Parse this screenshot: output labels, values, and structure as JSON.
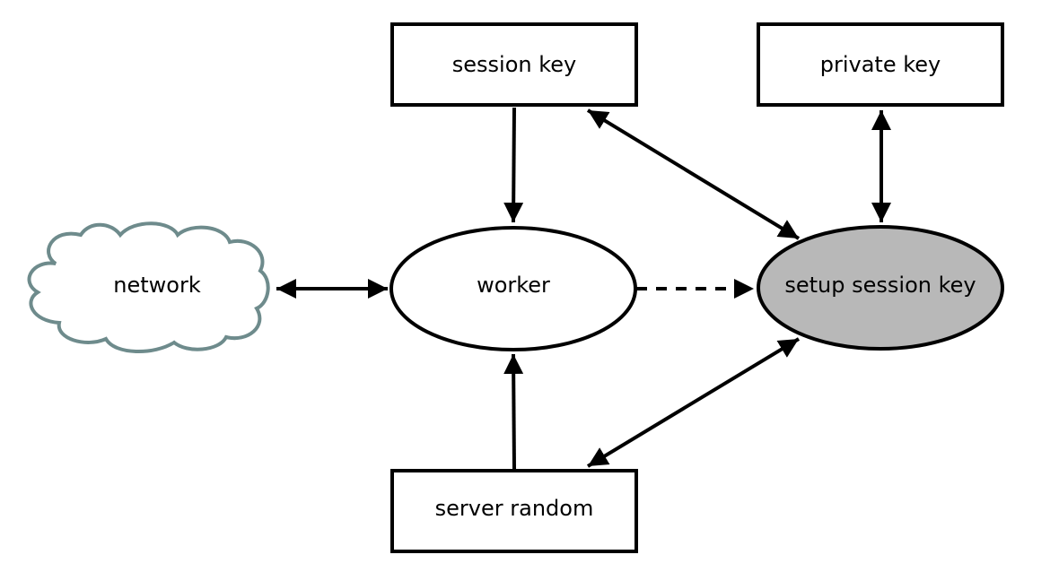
{
  "diagram": {
    "nodes": {
      "session_key": {
        "label": "session key"
      },
      "private_key": {
        "label": "private key"
      },
      "network": {
        "label": "network"
      },
      "worker": {
        "label": "worker"
      },
      "setup_session_key": {
        "label": "setup session key"
      },
      "server_random": {
        "label": "server random"
      }
    },
    "edges": [
      {
        "from": "session key",
        "to": "worker",
        "style": "solid",
        "direction": "forward"
      },
      {
        "from": "session key",
        "to": "setup session key",
        "style": "solid",
        "direction": "both"
      },
      {
        "from": "private key",
        "to": "setup session key",
        "style": "solid",
        "direction": "both"
      },
      {
        "from": "network",
        "to": "worker",
        "style": "solid",
        "direction": "both"
      },
      {
        "from": "worker",
        "to": "setup session key",
        "style": "dashed",
        "direction": "forward"
      },
      {
        "from": "server random",
        "to": "worker",
        "style": "solid",
        "direction": "forward"
      },
      {
        "from": "server random",
        "to": "setup session key",
        "style": "solid",
        "direction": "both"
      }
    ],
    "colors": {
      "stroke": "#000000",
      "cloud_stroke": "#6e8b8c",
      "highlight_fill": "#b8b8b8",
      "background": "#ffffff"
    }
  }
}
